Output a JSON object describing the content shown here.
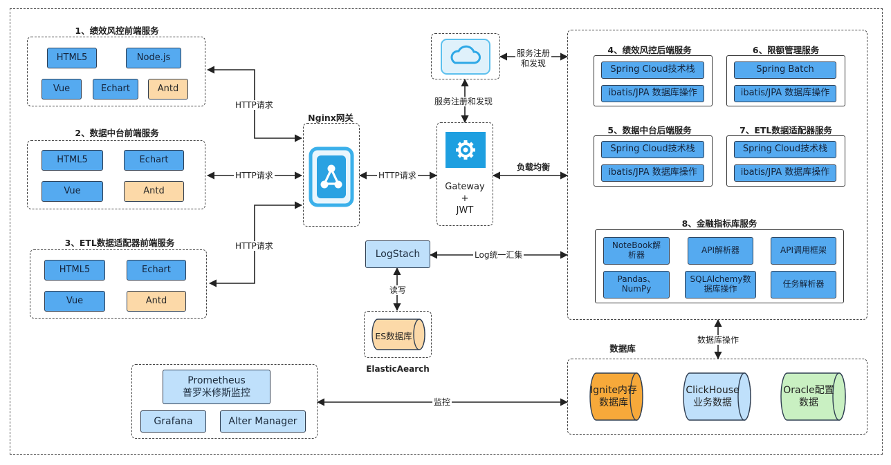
{
  "frontend1": {
    "title": "1、绩效风控前端服务",
    "items": [
      "HTML5",
      "Node.js",
      "Vue",
      "Echart",
      "Antd"
    ]
  },
  "frontend2": {
    "title": "2、数据中台前端服务",
    "items": [
      "HTML5",
      "Echart",
      "Vue",
      "Antd"
    ]
  },
  "frontend3": {
    "title": "3、ETL数据适配器前端服务",
    "items": [
      "HTML5",
      "Echart",
      "Vue",
      "Antd"
    ]
  },
  "nginx": {
    "title": "Nginx网关"
  },
  "gateway": {
    "line1": "Gateway",
    "line2": "+",
    "line3": "JWT"
  },
  "backend4": {
    "title": "4、绩效风控后端服务",
    "items": [
      "Spring Cloud技术栈",
      "ibatis/JPA 数据库操作"
    ]
  },
  "backend5": {
    "title": "5、数据中台后端服务",
    "items": [
      "Spring Cloud技术栈",
      "ibatis/JPA 数据库操作"
    ]
  },
  "backend6": {
    "title": "6、限额管理服务",
    "items": [
      "Spring Batch",
      "ibatis/JPA 数据库操作"
    ]
  },
  "backend7": {
    "title": "7、ETL数据适配器服务",
    "items": [
      "Spring Cloud技术栈",
      "ibatis/JPA 数据库操作"
    ]
  },
  "finance": {
    "title": "8、金融指标库服务",
    "items": [
      "NoteBook解析器",
      "API解析器",
      "API调用框架",
      "Pandas、NumPy",
      "SQLAlchemy数据库操作",
      "任务解析器"
    ]
  },
  "logstash": {
    "label": "LogStach"
  },
  "es": {
    "label": "ES数据库",
    "caption": "ElasticAearch"
  },
  "monitor": {
    "title_line1": "Prometheus",
    "title_line2": "普罗米修斯监控",
    "items": [
      "Grafana",
      "Alter Manager"
    ]
  },
  "database": {
    "title": "数据库",
    "items": [
      {
        "line1": "Ignite内存",
        "line2": "数据库",
        "color": "#f7a93a"
      },
      {
        "line1": "ClickHouse",
        "line2": "业务数据",
        "color": "#bfe0fb"
      },
      {
        "line1": "Oracle配置",
        "line2": "数据",
        "color": "#c9f0c2"
      }
    ]
  },
  "edges": {
    "http1": "HTTP请求",
    "http2": "HTTP请求",
    "http3": "HTTP请求",
    "http4": "HTTP请求",
    "registry_right_1": "服务注册",
    "registry_right_2": "和发现",
    "registry_down": "服务注册和发现",
    "load_balance": "负载均衡",
    "log_collect": "Log统一汇集",
    "read_write": "读写",
    "db_ops": "数据库操作",
    "monitor": "监控"
  },
  "colors": {
    "nginx_icon": "#29a6e6",
    "gateway_icon": "#1e9fe0",
    "cloud_icon": "#3fb3ea",
    "box_blue": "#55aaf0"
  }
}
